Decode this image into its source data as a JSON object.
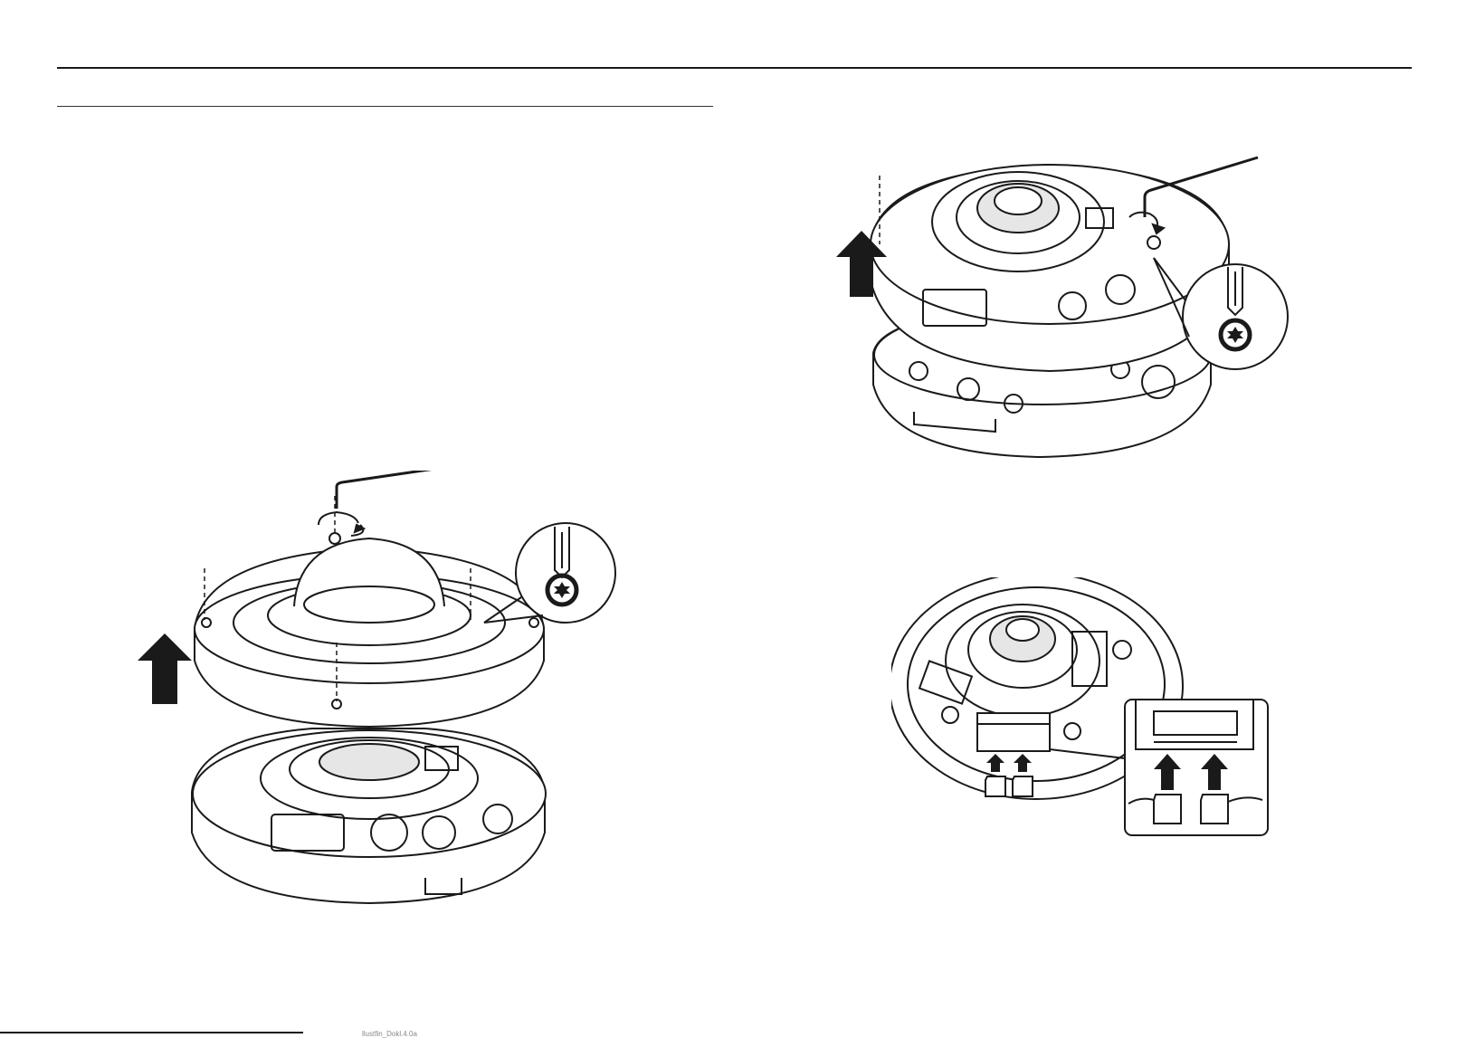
{
  "page": {
    "footer_text": "llustfin_Dokl.4.0a"
  },
  "figures": [
    {
      "id": "fig-remove-cover",
      "description_icon": "camera-cover-removal-illustration"
    },
    {
      "id": "fig-lift-module",
      "description_icon": "camera-module-lift-illustration"
    },
    {
      "id": "fig-insert-sd",
      "description_icon": "micro-sd-insert-illustration"
    }
  ],
  "colors": {
    "line": "#1a1a1a",
    "fill": "#ffffff",
    "shade": "#e6e6e6"
  }
}
